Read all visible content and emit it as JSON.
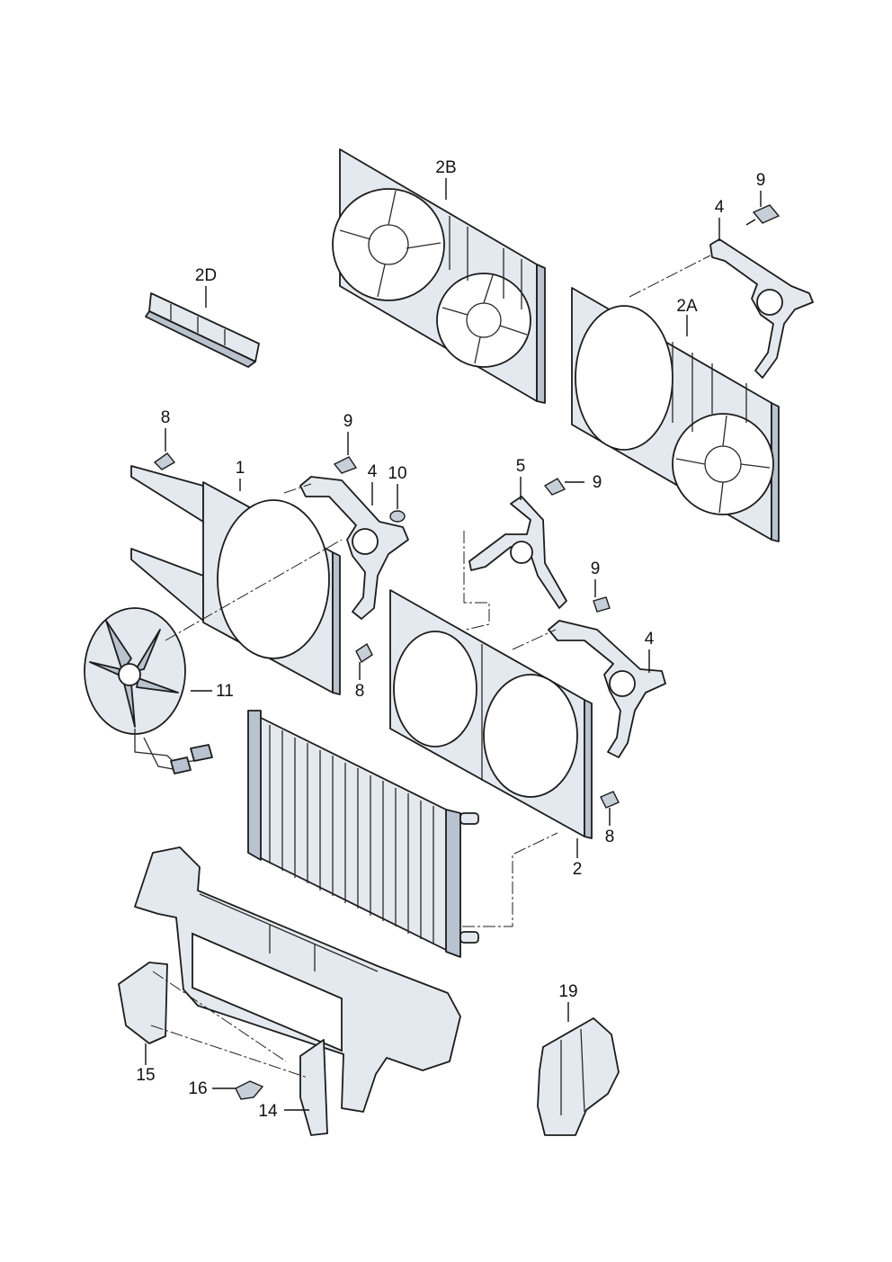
{
  "labels": {
    "l1": "1",
    "l2": "2",
    "l2A": "2A",
    "l2B": "2B",
    "l2D": "2D",
    "l4a": "4",
    "l4b": "4",
    "l4c": "4",
    "l5": "5",
    "l8a": "8",
    "l8b": "8",
    "l8c": "8",
    "l9a": "9",
    "l9b": "9",
    "l9c": "9",
    "l9d": "9",
    "l10": "10",
    "l11": "11",
    "l14": "14",
    "l15": "15",
    "l16": "16",
    "l19": "19"
  }
}
